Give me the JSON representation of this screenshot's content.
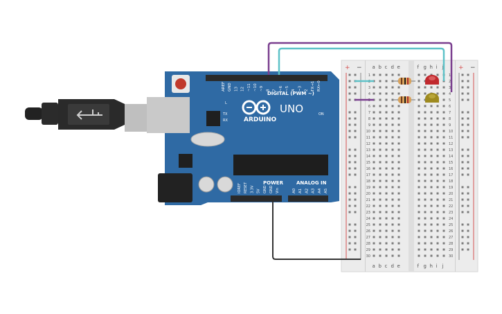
{
  "arduino": {
    "brand_label": "ARDUINO",
    "model_label": "UNO",
    "digital_header_label": "DIGITAL (PWM ~)",
    "power_label": "POWER",
    "analog_label": "ANALOG IN",
    "on_label": "ON",
    "l_label": "L",
    "tx_label": "TX",
    "rx_label": "RX",
    "digital_pins": [
      "AREF",
      "GND",
      "13",
      "12",
      "~11",
      "~10",
      "~9",
      "8",
      "7",
      "~6",
      "~5",
      "4",
      "~3",
      "2",
      "TX→1",
      "RX←0"
    ],
    "power_pins": [
      "IOREF",
      "RESET",
      "3.3V",
      "5V",
      "GND",
      "GND",
      "Vin"
    ],
    "analog_pins": [
      "A0",
      "A1",
      "A2",
      "A3",
      "A4",
      "A5"
    ]
  },
  "breadboard": {
    "plus_label": "+",
    "minus_label": "−",
    "left_columns": [
      "a",
      "b",
      "c",
      "d",
      "e"
    ],
    "right_columns": [
      "f",
      "g",
      "h",
      "i",
      "j"
    ],
    "rows": [
      "1",
      "2",
      "3",
      "4",
      "5",
      "6",
      "7",
      "8",
      "9",
      "10",
      "11",
      "12",
      "13",
      "14",
      "15",
      "16",
      "17",
      "18",
      "19",
      "20",
      "21",
      "22",
      "23",
      "24",
      "25",
      "26",
      "27",
      "28",
      "29",
      "30"
    ]
  },
  "components": {
    "led_colors": {
      "led1": "#c0282d",
      "led2": "#9e8a1f"
    },
    "resistor_color": "#d9a35c"
  },
  "colors": {
    "board": "#2f6aa4",
    "wire_purple": "#7a3f8f",
    "wire_cyan": "#5ec2c8",
    "wire_black": "#333333",
    "breadboard_rail_red": "#d45050"
  }
}
